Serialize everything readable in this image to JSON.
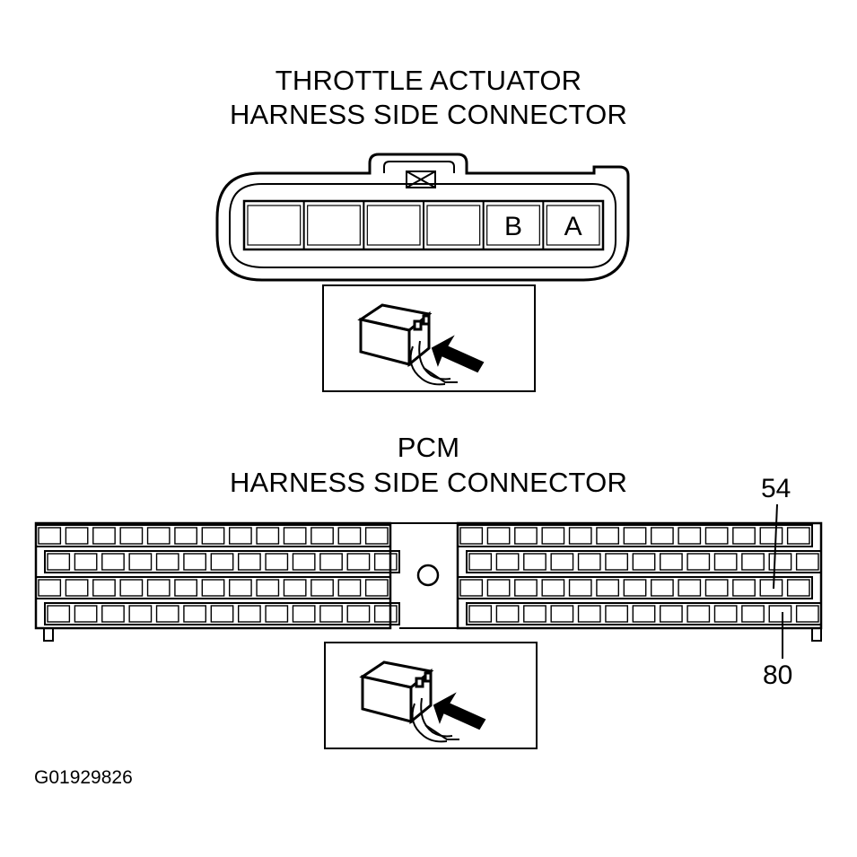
{
  "throttle": {
    "title_line1": "THROTTLE ACTUATOR",
    "title_line2": "HARNESS SIDE CONNECTOR",
    "pins": [
      "",
      "",
      "",
      "",
      "B",
      "A"
    ]
  },
  "pcm": {
    "title_line1": "PCM",
    "title_line2": "HARNESS SIDE CONNECTOR",
    "callout_top": "54",
    "callout_bottom": "80"
  },
  "figure_id": "G01929826"
}
